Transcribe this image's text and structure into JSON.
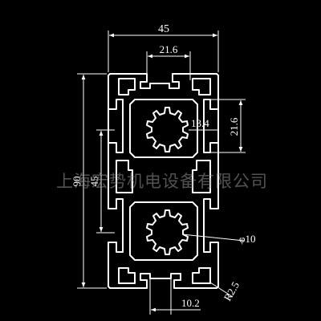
{
  "drawing": {
    "line_color": "#ffffff",
    "background_color": "#000000",
    "dimensions": {
      "overall_width": "45",
      "slot_width_top": "21.6",
      "slot_pitch_right": "21.6",
      "center_bore": "13.4",
      "overall_height": "90",
      "inner_height": "45",
      "hole_diameter": "φ10",
      "corner_radius": "R2.5",
      "slot_opening": "10.2"
    }
  },
  "watermark": {
    "text": "上海宏势机电设备有限公司"
  }
}
